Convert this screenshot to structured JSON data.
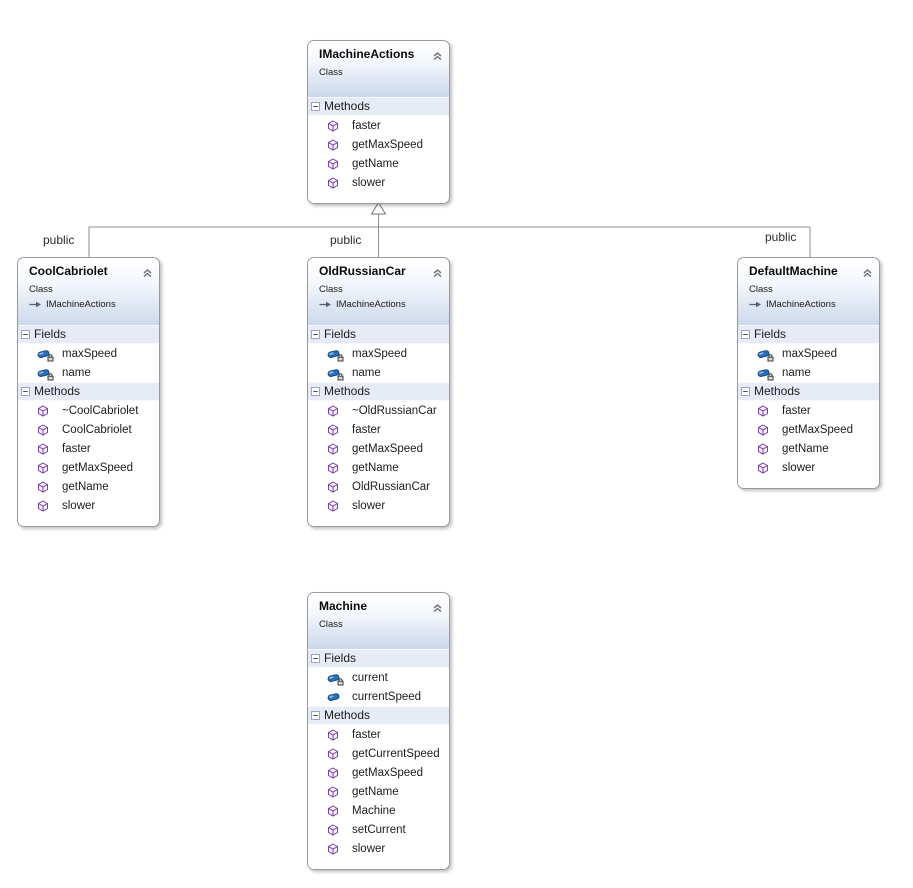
{
  "section_labels": {
    "fields": "Fields",
    "methods": "Methods"
  },
  "connector_labels": {
    "left": "public",
    "middle": "public",
    "right": "public"
  },
  "classes": [
    {
      "name": "IMachineActions",
      "kind": "Class",
      "implements": "",
      "methods": [
        "faster",
        "getMaxSpeed",
        "getName",
        "slower"
      ]
    },
    {
      "name": "CoolCabriolet",
      "kind": "Class",
      "implements": "IMachineActions",
      "fields": [
        "maxSpeed",
        "name"
      ],
      "methods": [
        "~CoolCabriolet",
        "CoolCabriolet",
        "faster",
        "getMaxSpeed",
        "getName",
        "slower"
      ]
    },
    {
      "name": "OldRussianCar",
      "kind": "Class",
      "implements": "IMachineActions",
      "fields": [
        "maxSpeed",
        "name"
      ],
      "methods": [
        "~OldRussianCar",
        "faster",
        "getMaxSpeed",
        "getName",
        "OldRussianCar",
        "slower"
      ]
    },
    {
      "name": "DefaultMachine",
      "kind": "Class",
      "implements": "IMachineActions",
      "fields": [
        "maxSpeed",
        "name"
      ],
      "methods": [
        "faster",
        "getMaxSpeed",
        "getName",
        "slower"
      ]
    },
    {
      "name": "Machine",
      "kind": "Class",
      "implements": "",
      "fields": [
        "current",
        "currentSpeed"
      ],
      "methods": [
        "faster",
        "getCurrentSpeed",
        "getMaxSpeed",
        "getName",
        "Machine",
        "setCurrent",
        "slower"
      ]
    }
  ],
  "colors": {
    "field_icon": "#2a6fb5",
    "method_icon": "#7a3fa8",
    "box_border": "#9a9a9a",
    "header_gradient_bottom": "#ccd8ec",
    "section_band": "#e6ebf6",
    "connector_line": "#8e8e8e"
  },
  "icons": {
    "collapse": "chevron-double-up",
    "section_toggle": "minus-box",
    "field": "blue-brick",
    "field_private": "blue-brick-lock",
    "method": "purple-cube",
    "implements": "realize-arrow",
    "inheritance": "hollow-triangle"
  }
}
